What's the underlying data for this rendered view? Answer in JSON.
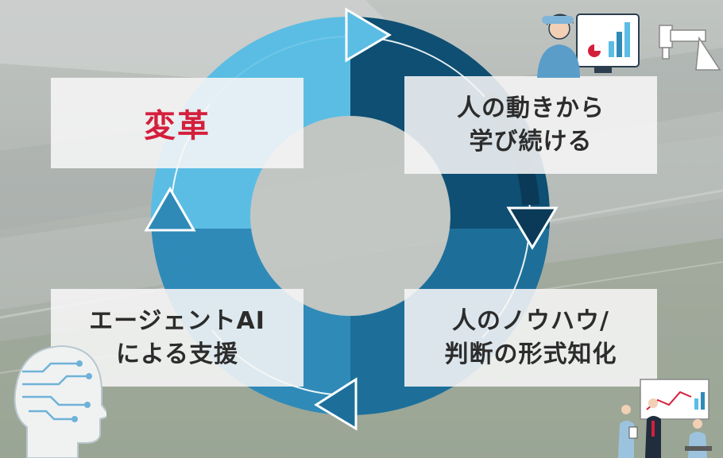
{
  "labels": {
    "top_left": {
      "line1": "変革",
      "color": "#d41f3c"
    },
    "top_right": {
      "line1": "人の動きから",
      "line2": "学び続ける"
    },
    "bottom_right": {
      "line1": "人のノウハウ/",
      "line2": "判断の形式知化"
    },
    "bottom_left": {
      "line1": "エージェントAI",
      "line2": "による支援"
    }
  },
  "icons": {
    "top_right": "analyst-with-chart-icon",
    "top_right_far": "robot-arm-icon",
    "bottom_left": "ai-head-circuit-icon",
    "bottom_right": "team-presentation-icon"
  },
  "colors": {
    "ring_light": "#5bbde4",
    "ring_mid": "#2f8ab8",
    "ring_dark": "#0e4f73",
    "ring_darkest": "#0a3a57",
    "label_emphasis": "#d41f3c"
  }
}
